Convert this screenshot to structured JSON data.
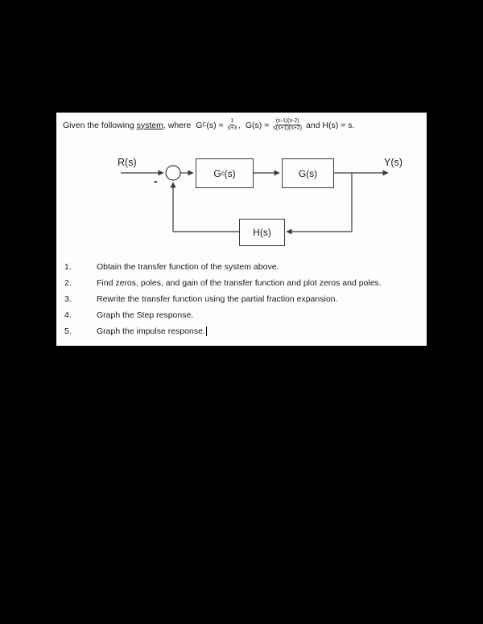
{
  "page": {
    "header": {
      "prefix": "Given the following ",
      "flagged_word": "system",
      "where": ", where  ",
      "gc_name": "G",
      "gc_sub": "C",
      "gc_eq": "(s) = ",
      "frac1": {
        "num": "1",
        "den": "s+3"
      },
      "comma": ",  ",
      "g_eq": "G(s) = ",
      "frac2": {
        "num": "(s-1)(s-2)",
        "den": "s(s+1)(s+2)"
      },
      "suffix": " and H(s) = s."
    },
    "diagram": {
      "input_label": "R(s)",
      "output_label": "Y(s)",
      "minus_sign": "-",
      "block_gc": {
        "main": "G",
        "sub": "c",
        "end": "(s)"
      },
      "block_g": "G(s)",
      "block_h": "H(s)"
    },
    "tasks": [
      {
        "num": "1.",
        "text": "Obtain the transfer function of the system above."
      },
      {
        "num": "2.",
        "text": "Find zeros, poles, and gain of the transfer function and plot zeros and poles."
      },
      {
        "num": "3.",
        "text": "Rewrite the transfer function using the partial fraction expansion."
      },
      {
        "num": "4.",
        "text": "Graph the Step response."
      },
      {
        "num": "5.",
        "text": "Graph the impulse response."
      }
    ]
  },
  "colors": {
    "canvas_background": "#000000",
    "page_background": "#fdfdfd",
    "line_color": "#3a3a3a",
    "text_color": "#1a1a1a"
  }
}
